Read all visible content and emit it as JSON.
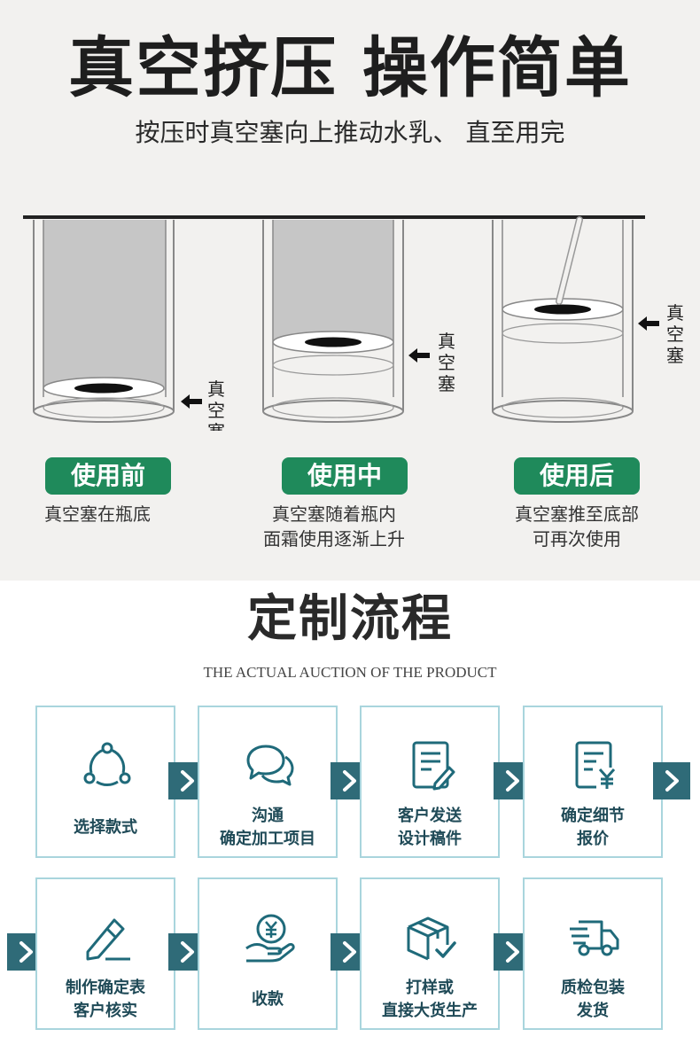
{
  "header": {
    "title": "真空挤压 操作简单",
    "subtitle": "按压时真空塞向上推动水乳、 直至用完"
  },
  "diagram": {
    "stages": [
      {
        "badge": "使用前",
        "caption": [
          "真空塞在瓶底"
        ]
      },
      {
        "badge": "使用中",
        "caption": [
          "真空塞随着瓶内",
          "面霜使用逐渐上升"
        ]
      },
      {
        "badge": "使用后",
        "caption": [
          "真空塞推至底部",
          "可再次使用"
        ]
      }
    ],
    "plunger_label": [
      "真",
      "空",
      "塞"
    ]
  },
  "process": {
    "title": "定制流程",
    "subtitle": "THE ACTUAL AUCTION OF THE PRODUCT",
    "steps": [
      {
        "icon": "three-node-cycle-icon",
        "label": [
          "选择款式"
        ]
      },
      {
        "icon": "chat-bubbles-icon",
        "label": [
          "沟通",
          "确定加工项目"
        ]
      },
      {
        "icon": "document-edit-icon",
        "label": [
          "客户发送",
          "设计稿件"
        ]
      },
      {
        "icon": "document-yuan-icon",
        "label": [
          "确定细节",
          "报价"
        ]
      },
      {
        "icon": "pencil-edit-icon",
        "label": [
          "制作确定表",
          "客户核实"
        ]
      },
      {
        "icon": "hand-coin-icon",
        "label": [
          "收款"
        ]
      },
      {
        "icon": "box-check-icon",
        "label": [
          "打样或",
          "直接大货生产"
        ]
      },
      {
        "icon": "delivery-truck-icon",
        "label": [
          "质检包装",
          "发货"
        ]
      }
    ],
    "arrow_glyph": "❯"
  },
  "colors": {
    "badge_green": "#1f8a5b",
    "card_border": "#a9d5dd",
    "arrow_bg": "#2f6b78",
    "step_text": "#1f4a57",
    "top_bg": "#f2f1ef"
  }
}
